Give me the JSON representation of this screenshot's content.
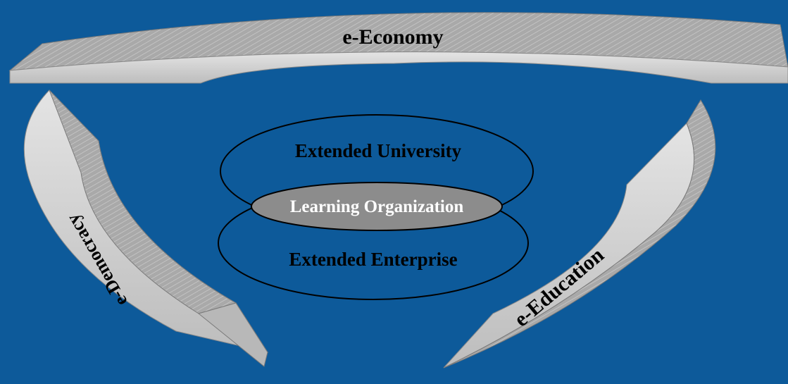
{
  "diagram": {
    "arcs": {
      "top": "e-Economy",
      "left": "e-Democracy",
      "right": "e-Education"
    },
    "ellipses": {
      "upper": "Extended University",
      "lower": "Extended Enterprise",
      "center": "Learning Organization"
    }
  },
  "colors": {
    "background": "#0d5a9a",
    "arc_face": "#cfcfcf",
    "arc_side": "#9d9d9d",
    "center_fill": "#8c8c8c",
    "outline": "#000000",
    "text_dark": "#000000",
    "text_light": "#ffffff"
  }
}
